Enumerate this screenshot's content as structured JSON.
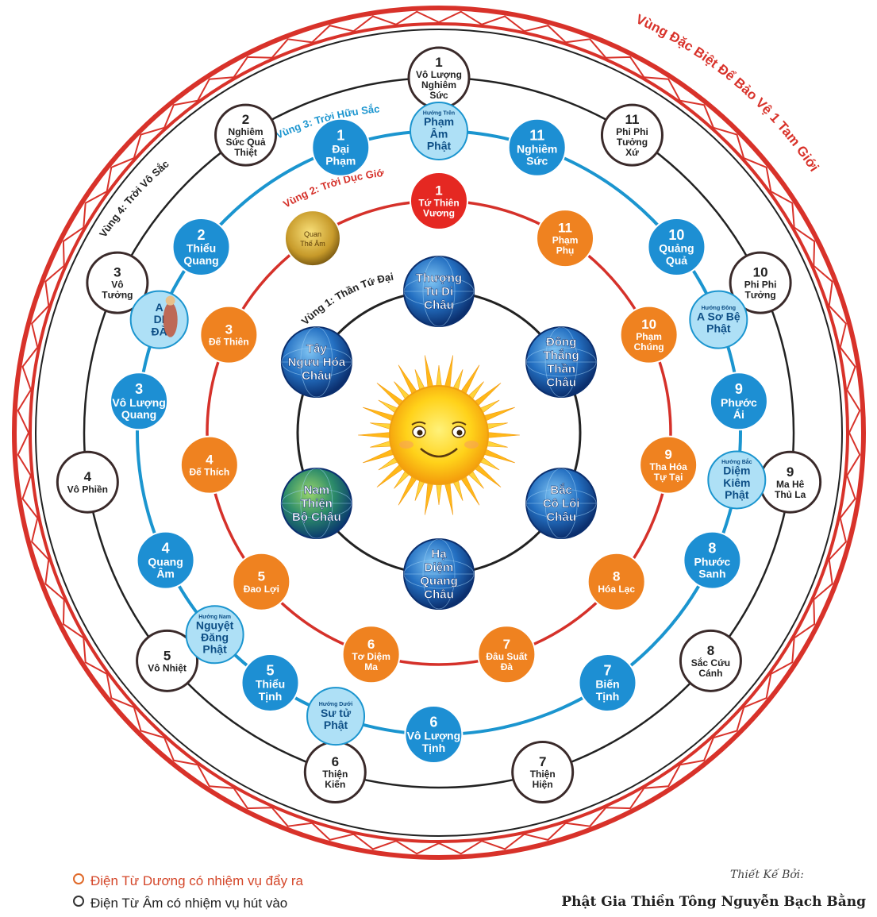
{
  "colors": {
    "outer_ring": "#d8322a",
    "blue_node": "#1d8fd3",
    "light_blue_node": "#aee0f6",
    "orange_node": "#ef8220",
    "red_node": "#e52822",
    "globe": "#15509a",
    "white_node_border": "#333333",
    "ring_blue": "#1b95cf",
    "ring_red": "#d5312a"
  },
  "zone_labels": {
    "special": "Vùng Đặc Biệt Để Bảo Vệ 1 Tam Giới",
    "zone4": "Vùng 4: Trời Vô Sắc",
    "zone3": "Vùng 3: Trời Hữu Sắc",
    "zone2": "Vùng 2: Trời Dục Giới",
    "zone1": "Vùng 1: Thần Tứ Đại"
  },
  "ring4_white": [
    {
      "num": "1",
      "lines": [
        "Vô Lượng",
        "Nghiêm",
        "Sức"
      ]
    },
    {
      "num": "2",
      "lines": [
        "Nghiêm",
        "Sức Quả",
        "Thiệt"
      ]
    },
    {
      "num": "3",
      "lines": [
        "Vô",
        "Tưởng"
      ]
    },
    {
      "num": "4",
      "lines": [
        "Vô Phiền"
      ]
    },
    {
      "num": "5",
      "lines": [
        "Vô Nhiệt"
      ]
    },
    {
      "num": "6",
      "lines": [
        "Thiện",
        "Kiến"
      ]
    },
    {
      "num": "7",
      "lines": [
        "Thiện",
        "Hiện"
      ]
    },
    {
      "num": "8",
      "lines": [
        "Sắc Cứu",
        "Cánh"
      ]
    },
    {
      "num": "9",
      "lines": [
        "Ma Hê",
        "Thủ La"
      ]
    },
    {
      "num": "10",
      "lines": [
        "Phi Phi",
        "Tưởng"
      ]
    },
    {
      "num": "11",
      "lines": [
        "Phi Phi",
        "Tưởng",
        "Xứ"
      ]
    }
  ],
  "ring3_blue": [
    {
      "num": "1",
      "lines": [
        "Đại",
        "Phạm"
      ]
    },
    {
      "num": "2",
      "lines": [
        "Thiểu",
        "Quang"
      ]
    },
    {
      "num": "3",
      "lines": [
        "Vô Lượng",
        "Quang"
      ]
    },
    {
      "num": "4",
      "lines": [
        "Quang",
        "Âm"
      ]
    },
    {
      "num": "5",
      "lines": [
        "Thiểu",
        "Tịnh"
      ]
    },
    {
      "num": "6",
      "lines": [
        "Vô Lượng",
        "Tịnh"
      ]
    },
    {
      "num": "7",
      "lines": [
        "Biến",
        "Tịnh"
      ]
    },
    {
      "num": "8",
      "lines": [
        "Phước",
        "Sanh"
      ]
    },
    {
      "num": "9",
      "lines": [
        "Phước",
        "Ái"
      ]
    },
    {
      "num": "10",
      "lines": [
        "Quảng",
        "Quả"
      ]
    },
    {
      "num": "11",
      "lines": [
        "Nghiêm",
        "Sức"
      ]
    }
  ],
  "ring3_buddhas": [
    {
      "small": "Hướng Trên",
      "lines": [
        "Phạm",
        "Âm",
        "Phật"
      ]
    },
    {
      "small": "Hướng Đông",
      "lines": [
        "A Sơ Bệ",
        "Phật"
      ]
    },
    {
      "small": "Hướng Bắc",
      "lines": [
        "Diệm",
        "Kiêm",
        "Phật"
      ]
    },
    {
      "small": "Hướng Dưới",
      "lines": [
        "Sư tử",
        "Phật"
      ]
    },
    {
      "small": "Hướng Nam",
      "lines": [
        "Nguyệt",
        "Đăng",
        "Phật"
      ]
    },
    {
      "small": "",
      "lines": [
        "A",
        "DI",
        "ĐÀ"
      ]
    }
  ],
  "ring2_orange": [
    {
      "num": "1",
      "lines": [
        "Tứ Thiên",
        "Vương"
      ],
      "red": true
    },
    {
      "num": "",
      "lines": [
        "Quan",
        "Thế Âm"
      ],
      "image": true
    },
    {
      "num": "3",
      "lines": [
        "Đế Thiên"
      ]
    },
    {
      "num": "4",
      "lines": [
        "Đế Thích"
      ]
    },
    {
      "num": "5",
      "lines": [
        "Đao Lợi"
      ]
    },
    {
      "num": "6",
      "lines": [
        "Tơ Diệm",
        "Ma"
      ]
    },
    {
      "num": "7",
      "lines": [
        "Đâu Suất",
        "Đà"
      ]
    },
    {
      "num": "8",
      "lines": [
        "Hóa Lạc"
      ]
    },
    {
      "num": "9",
      "lines": [
        "Tha Hóa",
        "Tự Tại"
      ]
    },
    {
      "num": "10",
      "lines": [
        "Phạm",
        "Chúng"
      ]
    },
    {
      "num": "11",
      "lines": [
        "Phạm",
        "Phụ"
      ]
    }
  ],
  "ring1_globes": [
    {
      "lines": [
        "Thượng",
        "Tu Di",
        "Châu"
      ]
    },
    {
      "lines": [
        "Đông",
        "Thắng",
        "Thần",
        "Châu"
      ]
    },
    {
      "lines": [
        "Bắc",
        "Cô Lôi",
        "Châu"
      ]
    },
    {
      "lines": [
        "Hạ",
        "Diệm",
        "Quang",
        "Châu"
      ]
    },
    {
      "lines": [
        "Nam",
        "Thiện",
        "Bộ Châu"
      ]
    },
    {
      "lines": [
        "Tây",
        "Ngưu Hóa",
        "Châu"
      ]
    }
  ],
  "legend": {
    "out_text": "Điện Từ Dương có nhiệm vụ đẩy ra",
    "in_text": "Điện Từ Âm có nhiệm vụ hút vào"
  },
  "credit": {
    "small": "Thiết Kế Bởi:",
    "name": "Phật Gia Thiền Tông Nguyễn Bạch Bằng"
  }
}
